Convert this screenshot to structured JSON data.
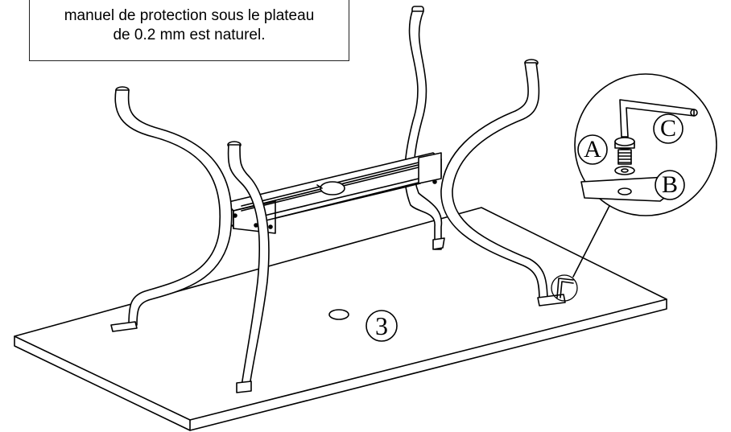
{
  "note": {
    "line1": "manuel de protection sous le plateau",
    "line2": "de 0.2 mm est naturel."
  },
  "callouts": {
    "a": "A",
    "b": "B",
    "c": "C"
  },
  "step": "3"
}
